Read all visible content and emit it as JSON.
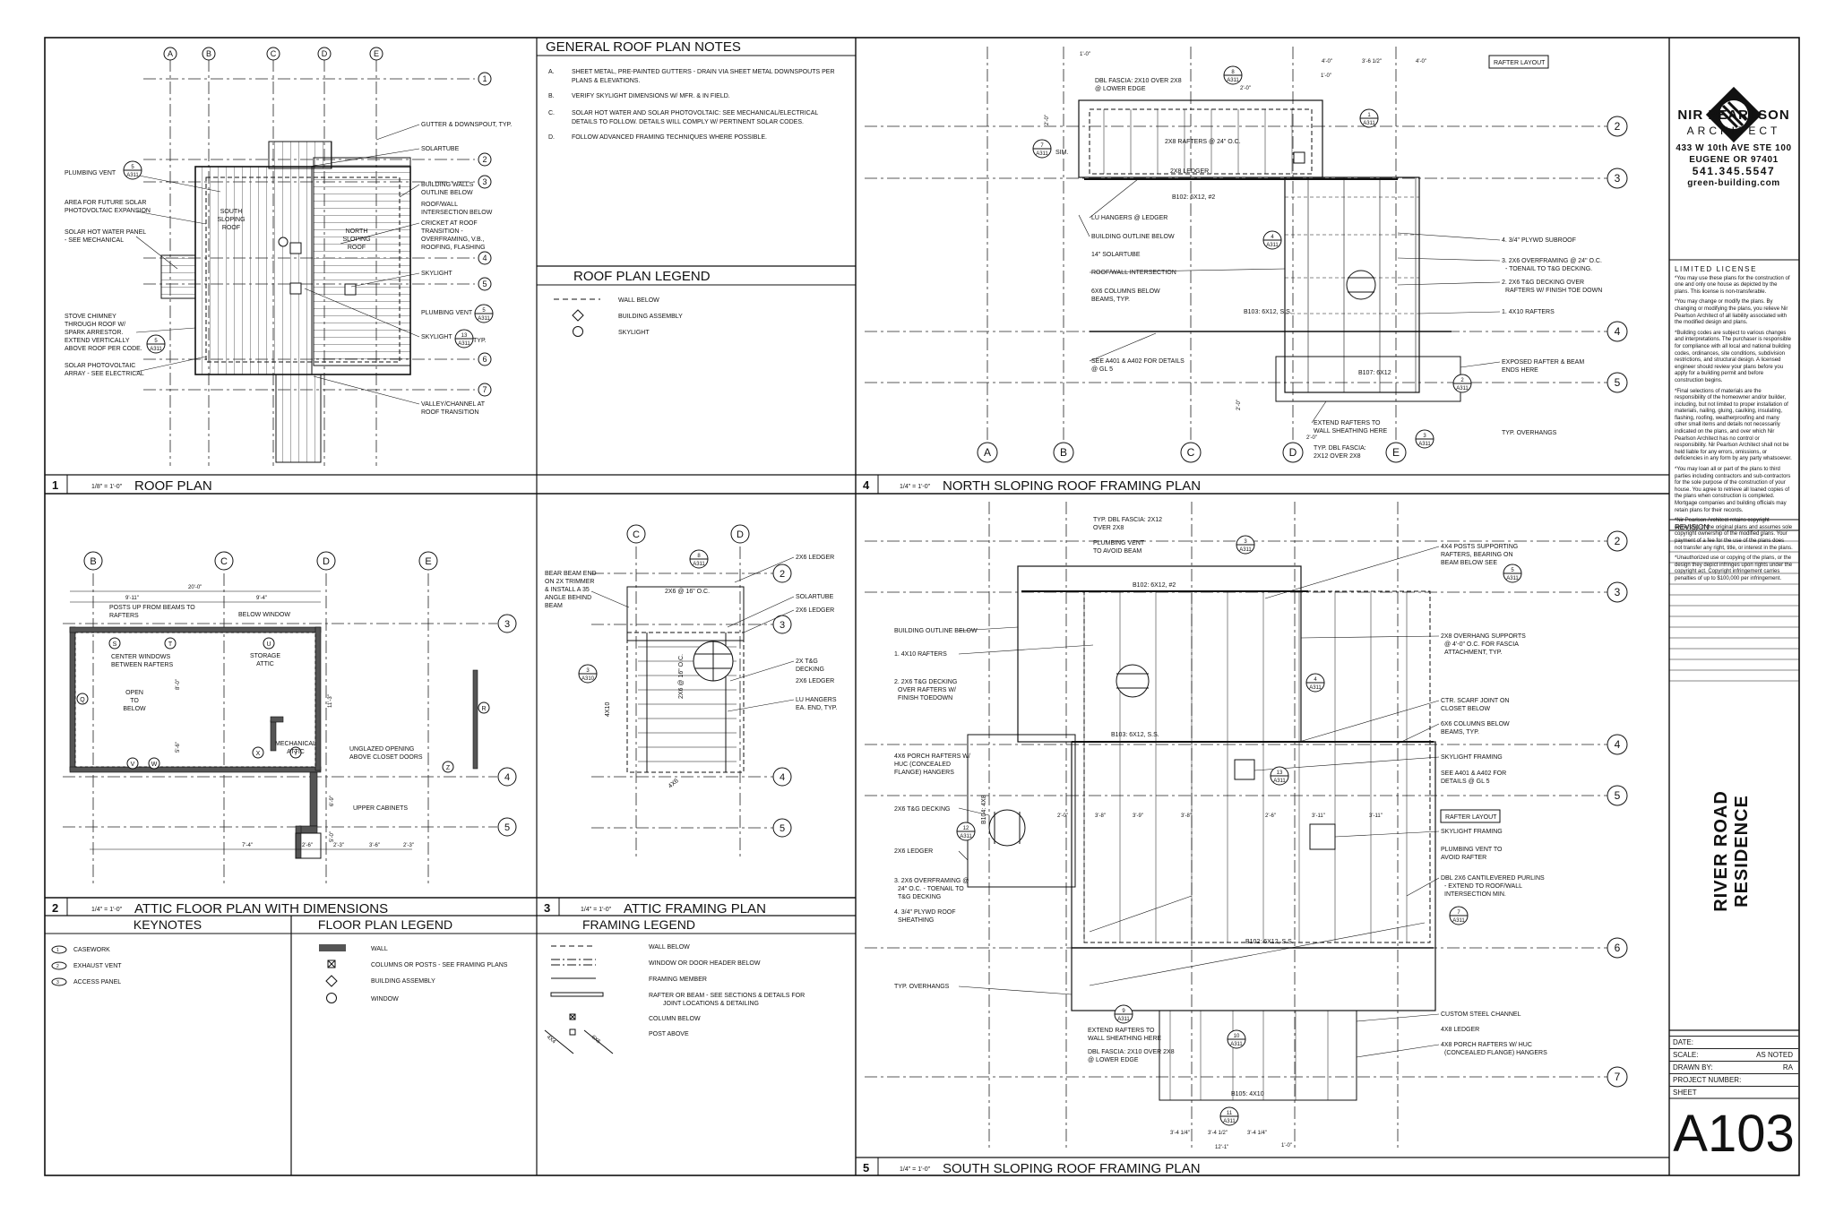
{
  "panels": {
    "p1": {
      "num": "1",
      "scale": "1/8\" = 1'-0\"",
      "title": "ROOF PLAN"
    },
    "p2": {
      "num": "2",
      "scale": "1/4\" = 1'-0\"",
      "title": "ATTIC FLOOR PLAN WITH DIMENSIONS"
    },
    "p3": {
      "num": "3",
      "scale": "1/4\" = 1'-0\"",
      "title": "ATTIC FRAMING PLAN"
    },
    "p4": {
      "num": "4",
      "scale": "1/4\" = 1'-0\"",
      "title": "NORTH SLOPING ROOF FRAMING PLAN"
    },
    "p5": {
      "num": "5",
      "scale": "1/4\" = 1'-0\"",
      "title": "SOUTH SLOPING ROOF FRAMING PLAN"
    }
  },
  "general_notes": {
    "title": "GENERAL ROOF PLAN NOTES",
    "items": [
      {
        "letter": "A.",
        "text": "SHEET METAL, PRE-PAINTED GUTTERS - DRAIN VIA SHEET METAL DOWNSPOUTS PER"
      },
      {
        "letter": "",
        "text": "PLANS & ELEVATIONS."
      },
      {
        "letter": "B.",
        "text": "VERIFY SKYLIGHT DIMENSIONS W/ MFR. & IN FIELD."
      },
      {
        "letter": "C.",
        "text": "SOLAR HOT WATER AND SOLAR PHOTOVOLTAIC: SEE MECHANICAL/ELECTRICAL"
      },
      {
        "letter": "",
        "text": "DETAILS TO FOLLOW.  DETAILS WILL COMPLY W/ PERTINENT SOLAR CODES."
      },
      {
        "letter": "D.",
        "text": "FOLLOW ADVANCED FRAMING TECHNIQUES WHERE POSSIBLE."
      }
    ]
  },
  "roof_legend": {
    "title": "ROOF PLAN LEGEND",
    "items": [
      "WALL BELOW",
      "BUILDING ASSEMBLY",
      "SKYLIGHT"
    ]
  },
  "keynotes": {
    "title": "KEYNOTES",
    "items": [
      {
        "num": "1",
        "text": "CASEWORK"
      },
      {
        "num": "2",
        "text": "EXHAUST VENT"
      },
      {
        "num": "3",
        "text": "ACCESS PANEL"
      }
    ]
  },
  "floor_legend": {
    "title": "FLOOR PLAN LEGEND",
    "items": [
      "WALL",
      "COLUMNS OR POSTS - SEE FRAMING PLANS",
      "BUILDING ASSEMBLY",
      "WINDOW"
    ]
  },
  "framing_legend": {
    "title": "FRAMING LEGEND",
    "items": [
      "WALL BELOW",
      "WINDOW OR DOOR HEADER BELOW",
      "FRAMING MEMBER",
      "RAFTER OR BEAM - SEE SECTIONS & DETAILS FOR",
      "JOINT LOCATIONS & DETAILING",
      "COLUMN BELOW",
      "POST ABOVE"
    ],
    "tags": [
      "4X4",
      "6X6"
    ]
  },
  "roof_plan": {
    "grid_cols": [
      "A",
      "B",
      "C",
      "D",
      "E"
    ],
    "grid_rows": [
      "1",
      "2",
      "3",
      "4",
      "5",
      "6",
      "7"
    ],
    "right_notes": [
      "GUTTER & DOWNSPOUT, TYP.",
      "SOLARTUBE",
      "BUILDING WALLS",
      "OUTLINE BELOW",
      "ROOF/WALL",
      "INTERSECTION BELOW",
      "CRICKET AT ROOF",
      "TRANSITION -",
      "OVERFRAMING, V.B.,",
      "ROOFING, FLASHING",
      "SKYLIGHT",
      "PLUMBING VENT",
      "SKYLIGHT",
      "TYP.",
      "VALLEY/CHANNEL AT",
      "ROOF TRANSITION"
    ],
    "left_notes": [
      "PLUMBING VENT",
      "AREA FOR FUTURE SOLAR",
      "PHOTOVOLTAIC EXPANSION",
      "SOLAR HOT WATER PANEL",
      "- SEE MECHANICAL",
      "STOVE CHIMNEY",
      "THROUGH ROOF W/",
      "SPARK ARRESTOR.",
      "EXTEND VERTICALLY",
      "ABOVE ROOF PER CODE.",
      "SOLAR PHOTOVOLTAIC",
      "ARRAY - SEE ELECTRICAL"
    ],
    "inner_labels": [
      "SOUTH",
      "SLOPING",
      "ROOF",
      "NORTH",
      "SLOPING",
      "ROOF"
    ],
    "refs": [
      {
        "n": "5",
        "s": "A311"
      },
      {
        "n": "5",
        "s": "A311"
      },
      {
        "n": "13",
        "s": "A311"
      },
      {
        "n": "5",
        "s": "A311"
      }
    ]
  },
  "attic_plan": {
    "grid_cols": [
      "B",
      "C",
      "D",
      "E"
    ],
    "grid_rows": [
      "3",
      "4",
      "5"
    ],
    "dims_top": [
      "20'-0\"",
      "9'-11\"",
      "9'-4\""
    ],
    "dims_bottom": [
      "7'-4\"",
      "2'-6\"",
      "2'-3\"",
      "3'-6\"",
      "2'-3\""
    ],
    "dims_side": [
      "8'-0\"",
      "5'-6\"",
      "11'-3\"",
      "6'-9\"",
      "5'-0\""
    ],
    "labels": [
      "POSTS UP FROM BEAMS TO",
      "RAFTERS",
      "BELOW WINDOW",
      "CENTER WINDOWS",
      "BETWEEN RAFTERS",
      "OPEN",
      "TO",
      "BELOW",
      "STORAGE",
      "ATTIC",
      "MECHANICAL",
      "ATTIC",
      "UNGLAZED OPENING",
      "ABOVE CLOSET DOORS",
      "UPPER CABINETS"
    ],
    "letter_tags": [
      "S",
      "T",
      "U",
      "V",
      "W",
      "X",
      "Y",
      "Z",
      "Q",
      "R"
    ]
  },
  "attic_framing": {
    "grid_cols": [
      "C",
      "D"
    ],
    "grid_rows": [
      "2",
      "3",
      "4",
      "5"
    ],
    "left_notes": [
      "BEAR BEAM END",
      "ON 2X TRIMMER",
      "& INSTALL A 35",
      "ANGLE BEHIND",
      "BEAM"
    ],
    "right_notes": [
      "2X6 LEDGER",
      "SOLARTUBE",
      "2X6 LEDGER",
      "2X T&G",
      "DECKING",
      "2X6 LEDGER",
      "LU HANGERS",
      "EA. END, TYP."
    ],
    "inner": [
      "2X6 @ 16\" O.C.",
      "2X6 @ 16\" O.C.",
      "4X10",
      "4X6"
    ],
    "refs": [
      {
        "n": "8",
        "s": "A311"
      },
      {
        "n": "3",
        "s": "A310"
      }
    ]
  },
  "north_framing": {
    "grid_cols": [
      "A",
      "B",
      "C",
      "D",
      "E"
    ],
    "grid_rows": [
      "2",
      "3",
      "4",
      "5"
    ],
    "tag": "RAFTER LAYOUT",
    "dims": [
      "1'-0\"",
      "4'-0\"",
      "3'-6 1/2\"",
      "4'-0\"",
      "1'-0\"",
      "2'-0\"",
      "2'-0\"",
      "2'-0\"",
      "2'-0\""
    ],
    "left_notes": [
      "DBL FASCIA: 2X10 OVER 2X8",
      "@ LOWER EDGE",
      "2X8 LEDGER",
      "LU HANGERS @ LEDGER",
      "BUILDING OUTLINE BELOW",
      "14\" SOLARTUBE",
      "ROOF/WALL INTERSECTION",
      "6X6 COLUMNS BELOW",
      "BEAMS, TYP.",
      "SEE A401 & A402 FOR DETAILS",
      "@ GL 5",
      "EXTEND RAFTERS TO",
      "WALL SHEATHING HERE",
      "TYP. DBL FASCIA:",
      "2X12 OVER 2X8"
    ],
    "right_notes": [
      "4. 3/4\" PLYWD SUBROOF",
      "3. 2X6 OVERFRAMING @ 24\" O.C.",
      "- TOENAIL TO T&G DECKING.",
      "2. 2X6 T&G DECKING OVER",
      "RAFTERS W/ FINISH TOE DOWN",
      "1. 4X10 RAFTERS",
      "EXPOSED RAFTER & BEAM",
      "ENDS HERE",
      "TYP. OVERHANGS"
    ],
    "inner": [
      "2X8 RAFTERS @ 24\" O.C.",
      "B102: 6X12, #2",
      "B103: 6X12, S.S.",
      "B107: 6X12",
      "SIM."
    ],
    "refs": [
      {
        "n": "8",
        "s": "A311"
      },
      {
        "n": "1",
        "s": "A311"
      },
      {
        "n": "7",
        "s": "A311"
      },
      {
        "n": "4",
        "s": "A311"
      },
      {
        "n": "2",
        "s": "A311"
      },
      {
        "n": "3",
        "s": "A311"
      }
    ]
  },
  "south_framing": {
    "grid_rows": [
      "2",
      "3",
      "4",
      "5",
      "6",
      "7"
    ],
    "tag": "RAFTER LAYOUT",
    "dims_bottom": [
      "3'-4 1/4\"",
      "3'-4 1/2\"",
      "3'-4 1/4\"",
      "12'-1\"",
      "1'-0\""
    ],
    "dims_row": [
      "2'-0\"",
      "3'-8\"",
      "3'-9\"",
      "3'-8\"",
      "2'-6\"",
      "3'-11\"",
      "3'-11\""
    ],
    "left_notes": [
      "TYP. DBL FASCIA: 2X12",
      "OVER 2X8",
      "PLUMBING VENT",
      "TO AVOID BEAM",
      "BUILDING OUTLINE BELOW",
      "1. 4X10 RAFTERS",
      "2. 2X6 T&G DECKING",
      "OVER RAFTERS W/",
      "FINISH TOEDOWN",
      "4X6 PORCH RAFTERS W/",
      "HUC (CONCEALED",
      "FLANGE) HANGERS",
      "2X6 T&G DECKING",
      "2X6 LEDGER",
      "3. 2X6 OVERFRAMING @",
      "24\" O.C. - TOENAIL TO",
      "T&G DECKING",
      "4. 3/4\" PLYWD ROOF",
      "SHEATHING",
      "TYP. OVERHANGS",
      "EXTEND RAFTERS TO",
      "WALL SHEATHING HERE",
      "DBL FASCIA: 2X10 OVER 2X8",
      "@ LOWER EDGE"
    ],
    "right_notes": [
      "4X4 POSTS SUPPORTING",
      "RAFTERS, BEARING ON",
      "BEAM BELOW SEE",
      "2X8 OVERHANG SUPPORTS",
      "@ 4'-0\" O.C. FOR FASCIA",
      "ATTACHMENT, TYP.",
      "CTR. SCARF JOINT ON",
      "CLOSET BELOW",
      "6X6 COLUMNS BELOW",
      "BEAMS, TYP.",
      "SKYLIGHT FRAMING",
      "SEE A401 & A402 FOR",
      "DETAILS @ GL 5",
      "SKYLIGHT FRAMING",
      "PLUMBING VENT TO",
      "AVOID RAFTER",
      "DBL 2X6 CANTILEVERED PURLINS",
      "- EXTEND TO ROOF/WALL",
      "INTERSECTION MIN.",
      "CUSTOM STEEL CHANNEL",
      "4X8 LEDGER",
      "4X8 PORCH RAFTERS W/ HUC",
      "(CONCEALED FLANGE) HANGERS"
    ],
    "inner": [
      "B102: 6X12, #2",
      "B103: 6X12, S.S.",
      "B102: 6X12, S.S.",
      "B105: 4X10",
      "B104: 4X8"
    ],
    "refs": [
      {
        "n": "3",
        "s": "A311"
      },
      {
        "n": "5",
        "s": "A311"
      },
      {
        "n": "4",
        "s": "A311"
      },
      {
        "n": "13",
        "s": "A311"
      },
      {
        "n": "12",
        "s": "A311"
      },
      {
        "n": "7",
        "s": "A311"
      },
      {
        "n": "9",
        "s": "A311"
      },
      {
        "n": "10",
        "s": "A311"
      },
      {
        "n": "11",
        "s": "A311"
      }
    ]
  },
  "titleblock": {
    "firm_name": "NIR PEARLSON",
    "firm_sub": "ARCHITECT",
    "address1": "433 W 10th AVE STE 100",
    "address2": "EUGENE OR 97401",
    "phone": "541.345.5547",
    "web": "green-building.com",
    "license_title": "LIMITED LICENSE",
    "license_paragraphs": [
      "*You may use these plans for the construction of one and only one house as depicted by the plans. This license is non-transferable.",
      "*You may change or modify the plans. By changing or modifying the plans, you relieve Nir Pearlson Architect of all liability associated with the modified design and plans.",
      "*Building codes are subject to various changes and interpretations. The purchaser is responsible for compliance with all local and national building codes, ordinances, site conditions, subdivision restrictions, and structural design. A licensed engineer should review your plans before you apply for a building permit and before construction begins.",
      "*Final selections of materials are the responsibility of the homeowner and/or builder, including, but not limited to proper installation of materials, nailing, gluing, caulking, insulating, flashing, roofing, weatherproofing and many other small items and details not necessarily indicated on the plans, and over which Nir Pearlson Architect has no control or responsibility. Nir Pearlson Architect shall not be held liable for any errors, omissions, or deficiencies in any form by any party whatsoever.",
      "*You may loan all or part of the plans to third parties including contractors and sub-contractors for the sole purpose of the construction of your house. You agree to retrieve all loaned copies of the plans when construction is completed. Mortgage companies and building officials may retain plans for their records.",
      "*Nir Pearlson Architect retains copyright ownership of the original plans and assumes sole copyright ownership of the modified plans. Your payment of a fee for the use of the plans does not transfer any right, title, or interest in the plans.",
      "*Unauthorized use or copying of the plans, or the design they depict infringes upon rights under the copyright act. Copyright infringement carries penalties of up to $100,000 per infringement."
    ],
    "revision_label": "REVISION",
    "revision_mark": "-",
    "project_name": "RIVER ROAD RESIDENCE",
    "date_label": "DATE:",
    "date_value": "",
    "scale_label": "SCALE:",
    "scale_value": "AS NOTED",
    "drawn_label": "DRAWN BY:",
    "drawn_value": "RA",
    "project_number_label": "PROJECT NUMBER:",
    "project_number_value": "",
    "sheet_label": "SHEET",
    "sheet_number": "A103"
  }
}
